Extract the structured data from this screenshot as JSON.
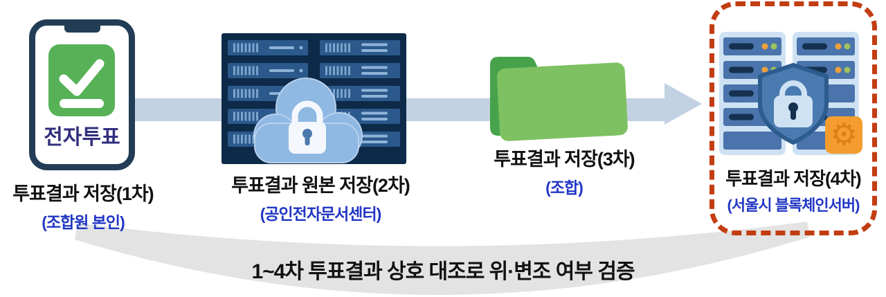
{
  "diagram": {
    "stages": [
      {
        "badge": "전자투표",
        "title": "투표결과 저장(1차)",
        "subtitle": "(조합원 본인)",
        "icon": "smartphone-check-icon"
      },
      {
        "title": "투표결과 원본 저장(2차)",
        "subtitle": "(공인전자문서센터)",
        "icon": "server-rack-cloud-lock-icon"
      },
      {
        "title": "투표결과 저장(3차)",
        "subtitle": "(조합)",
        "icon": "green-folder-icon"
      },
      {
        "title": "투표결과 저장(4차)",
        "subtitle": "(서울시 블록체인서버)",
        "icon": "server-shield-lock-gear-icon"
      }
    ],
    "footer_text": "1~4차 투표결과 상호 대조로 위·변조 여부 검증"
  },
  "icons": {
    "gear_glyph": "⚙",
    "flow_arrow": "right-arrow",
    "comparison_arc": "bottom-arc"
  },
  "colors": {
    "band": "#c3d2e2",
    "arc": "#e3e3e3",
    "title_text": "#111111",
    "blue_text": "#2136c4",
    "badge_text": "#312f7d",
    "phone_frame": "#223d55",
    "check_green": "#57b257",
    "folder_back": "#46a34b",
    "folder_front": "#7ec162",
    "rack_dark": "#0e2a49",
    "rack_row": "#2b598b",
    "rack_slat": "#7ba3cc",
    "rack_slat2": "#8fb3d8",
    "cloud": "#8fb8e3",
    "cloud_edge": "#b9d2ee",
    "lock_light": "#f4f8fc",
    "lock_keyhole": "#4a79ad",
    "panel_light": "#cfe2f4",
    "panel_row": "#4a74ab",
    "panel_pill": "#15314f",
    "dot_orange": "#f0a03c",
    "dot_green": "#9dc25d",
    "shield": "#4a7bb0",
    "shield_edge": "#2d5c8f",
    "shield_lock_light": "#cfe2f4",
    "shield_keyhole": "#15314f",
    "gear_bg": "#f49d2e",
    "gear_glyph": "#dd7f12",
    "dash_red": "#c23d12"
  }
}
